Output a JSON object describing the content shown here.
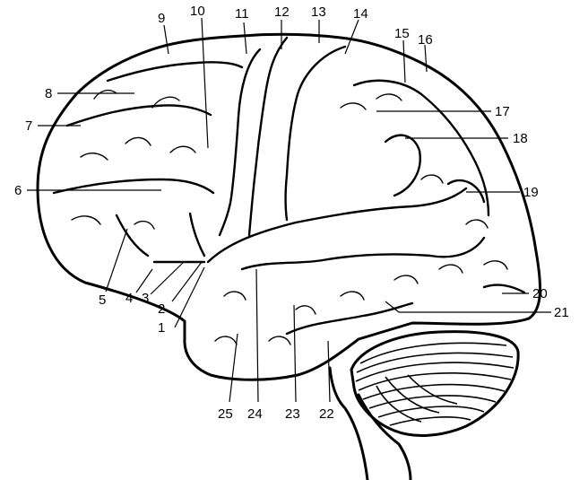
{
  "labels": [
    {
      "id": "1",
      "text": "1"
    },
    {
      "id": "2",
      "text": "2"
    },
    {
      "id": "3",
      "text": "3"
    },
    {
      "id": "4",
      "text": "4"
    },
    {
      "id": "5",
      "text": "5"
    },
    {
      "id": "6",
      "text": "6"
    },
    {
      "id": "7",
      "text": "7"
    },
    {
      "id": "8",
      "text": "8"
    },
    {
      "id": "9",
      "text": "9"
    },
    {
      "id": "10",
      "text": "10"
    },
    {
      "id": "11",
      "text": "11"
    },
    {
      "id": "12",
      "text": "12"
    },
    {
      "id": "13",
      "text": "13"
    },
    {
      "id": "14",
      "text": "14"
    },
    {
      "id": "15",
      "text": "15"
    },
    {
      "id": "16",
      "text": "16"
    },
    {
      "id": "17",
      "text": "17"
    },
    {
      "id": "18",
      "text": "18"
    },
    {
      "id": "19",
      "text": "19"
    },
    {
      "id": "20",
      "text": "20"
    },
    {
      "id": "21",
      "text": "21"
    },
    {
      "id": "22",
      "text": "22"
    },
    {
      "id": "23",
      "text": "23"
    },
    {
      "id": "24",
      "text": "24"
    },
    {
      "id": "25",
      "text": "25"
    }
  ],
  "colors": {
    "ink": "#000000",
    "paper": "#ffffff"
  }
}
